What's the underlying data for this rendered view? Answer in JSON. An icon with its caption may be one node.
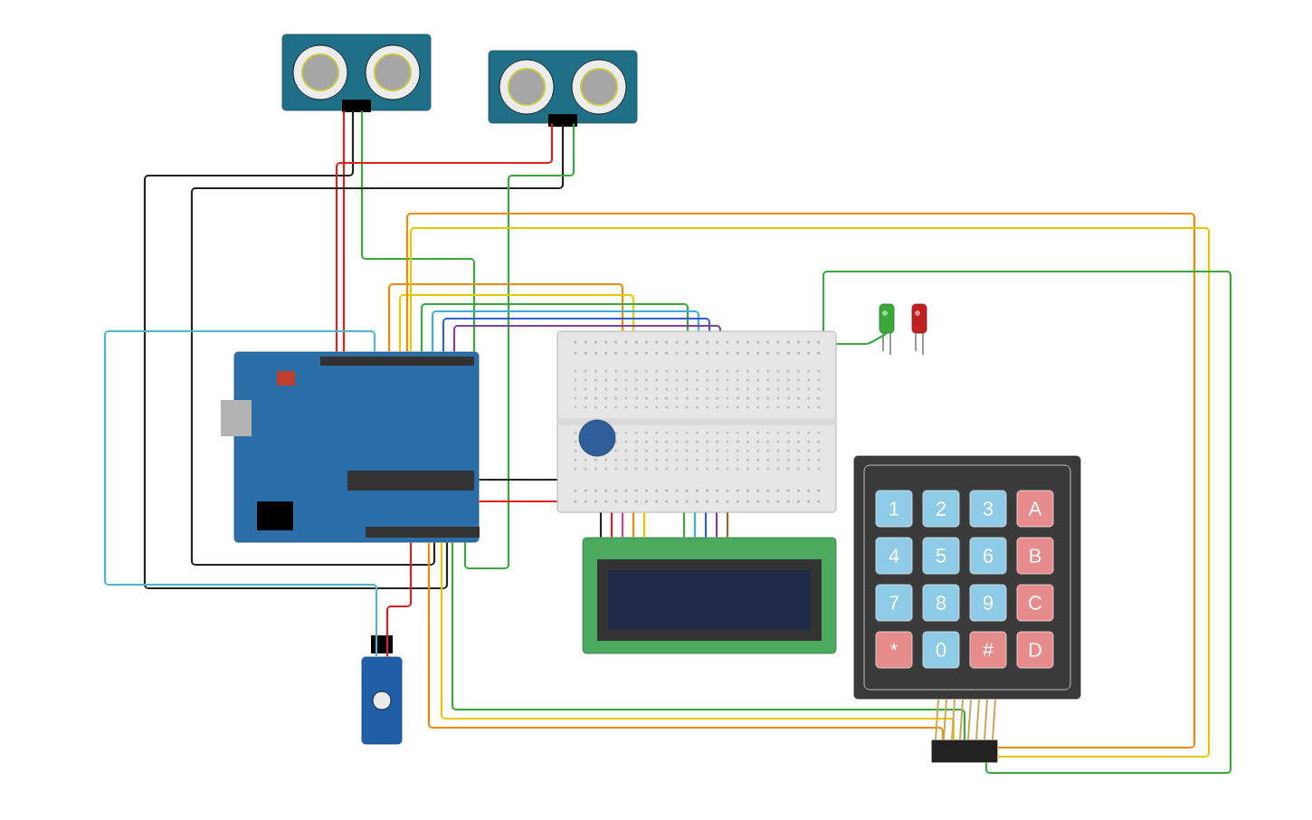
{
  "diagram": {
    "nodes": [
      {
        "text": [],
        "shape": "picture"
      },
      {
        "text": [],
        "shape": "picture"
      },
      {
        "text": [],
        "shape": "picture"
      },
      {
        "text": [],
        "shape": "picture"
      },
      {
        "text": [],
        "shape": "circle",
        "in": 3
      },
      {
        "text": [],
        "shape": "picture"
      },
      {
        "text": [],
        "shape": "picture"
      },
      {
        "text": [],
        "shape": "picture"
      },
      {
        "text": [],
        "shape": "picture"
      },
      {
        "text": [
          "1"
        ],
        "in": 8
      },
      {
        "text": [
          "2"
        ],
        "in": 8
      },
      {
        "text": [
          "3"
        ],
        "in": 8
      },
      {
        "text": [
          "A"
        ],
        "in": 8
      },
      {
        "text": [
          "4"
        ],
        "in": 8
      },
      {
        "text": [
          "5"
        ],
        "in": 8
      },
      {
        "text": [
          "6"
        ],
        "in": 8
      },
      {
        "text": [
          "B"
        ],
        "in": 8
      },
      {
        "text": [
          "7"
        ],
        "in": 8
      },
      {
        "text": [
          "8"
        ],
        "in": 8
      },
      {
        "text": [
          "9"
        ],
        "in": 8
      },
      {
        "text": [
          "C"
        ],
        "in": 8
      },
      {
        "text": [
          "*"
        ],
        "in": 8
      },
      {
        "text": [
          "0"
        ],
        "in": 8
      },
      {
        "text": [
          "#"
        ],
        "in": 8
      },
      {
        "text": [
          "D"
        ],
        "in": 8
      },
      {
        "text": [],
        "shape": "box"
      },
      {
        "text": [],
        "shape": "picture"
      }
    ],
    "edges": [
      {
        "from": 0,
        "to": 2,
        "arrow": "none",
        "color": "#e02020"
      },
      {
        "from": 0,
        "to": 2,
        "arrow": "none",
        "color": "#222222"
      },
      {
        "from": 0,
        "to": 2,
        "arrow": "none",
        "color": "#3aa83a"
      },
      {
        "from": 1,
        "to": 2,
        "arrow": "none",
        "color": "#e02020"
      },
      {
        "from": 1,
        "to": 2,
        "arrow": "none",
        "color": "#222222"
      },
      {
        "from": 1,
        "to": 2,
        "arrow": "none",
        "color": "#3aa83a"
      },
      {
        "from": 2,
        "to": 26,
        "arrow": "none",
        "color": "#4fb8c8"
      },
      {
        "from": 2,
        "to": 26,
        "arrow": "none",
        "color": "#e02020"
      },
      {
        "from": 2,
        "to": 3,
        "arrow": "none",
        "color": "#222222"
      },
      {
        "from": 2,
        "to": 3,
        "arrow": "none",
        "color": "#e02020"
      },
      {
        "from": 2,
        "to": 3,
        "arrow": "none",
        "color": "#f08a00"
      },
      {
        "from": 2,
        "to": 3,
        "arrow": "none",
        "color": "#e8c800"
      },
      {
        "from": 2,
        "to": 3,
        "arrow": "none",
        "color": "#3aa83a"
      },
      {
        "from": 2,
        "to": 3,
        "arrow": "none",
        "color": "#3ab0d8"
      },
      {
        "from": 2,
        "to": 3,
        "arrow": "none",
        "color": "#3060d0"
      },
      {
        "from": 2,
        "to": 3,
        "arrow": "none",
        "color": "#8040a0"
      },
      {
        "from": 2,
        "to": 25,
        "arrow": "none",
        "color": "#f08a00"
      },
      {
        "from": 2,
        "to": 25,
        "arrow": "none",
        "color": "#e8c800"
      },
      {
        "from": 2,
        "to": 25,
        "arrow": "none",
        "color": "#f08a00"
      },
      {
        "from": 2,
        "to": 25,
        "arrow": "none",
        "color": "#e8c800"
      },
      {
        "from": 2,
        "to": 25,
        "arrow": "none",
        "color": "#3aa83a"
      },
      {
        "from": 3,
        "to": 7,
        "arrow": "none",
        "color": "#222222"
      },
      {
        "from": 3,
        "to": 7,
        "arrow": "none",
        "color": "#e02020"
      },
      {
        "from": 3,
        "to": 7,
        "arrow": "none",
        "color": "#d040a0"
      },
      {
        "from": 3,
        "to": 7,
        "arrow": "none",
        "color": "#f08a00"
      },
      {
        "from": 3,
        "to": 7,
        "arrow": "none",
        "color": "#e8c800"
      },
      {
        "from": 3,
        "to": 7,
        "arrow": "none",
        "color": "#3aa83a"
      },
      {
        "from": 3,
        "to": 7,
        "arrow": "none",
        "color": "#3ab0d8"
      },
      {
        "from": 3,
        "to": 7,
        "arrow": "none",
        "color": "#3060d0"
      },
      {
        "from": 3,
        "to": 7,
        "arrow": "none",
        "color": "#8040a0"
      },
      {
        "from": 3,
        "to": 7,
        "arrow": "none",
        "color": "#a06030"
      },
      {
        "from": 3,
        "to": 5,
        "arrow": "none",
        "color": "#3aa83a"
      },
      {
        "from": 3,
        "to": 25,
        "arrow": "none",
        "color": "#3aa83a"
      },
      {
        "from": 8,
        "to": 25,
        "arrow": "none",
        "color": "#c8a860"
      }
    ]
  }
}
